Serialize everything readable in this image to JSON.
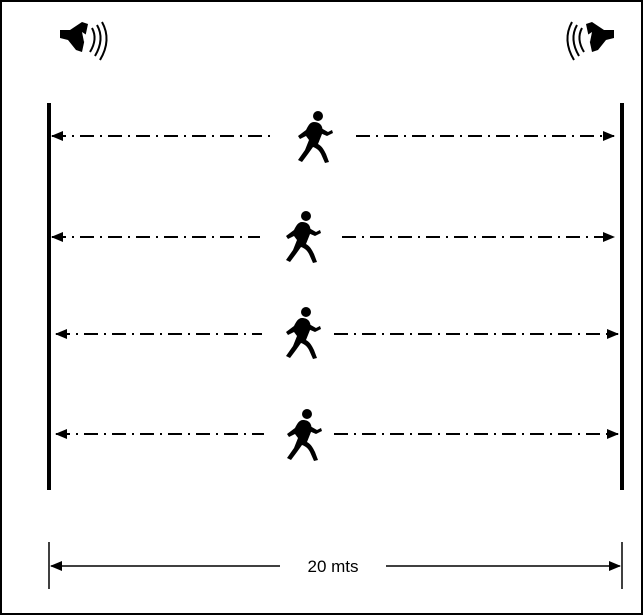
{
  "diagram": {
    "distance_label": "20 mts",
    "lanes": [
      {
        "runner": "runner-1"
      },
      {
        "runner": "runner-2"
      },
      {
        "runner": "runner-3"
      },
      {
        "runner": "runner-4"
      }
    ],
    "icons": [
      "speaker-left-icon",
      "speaker-right-icon",
      "runner-icon"
    ],
    "colors": {
      "ink": "#000000",
      "background": "#ffffff"
    }
  }
}
